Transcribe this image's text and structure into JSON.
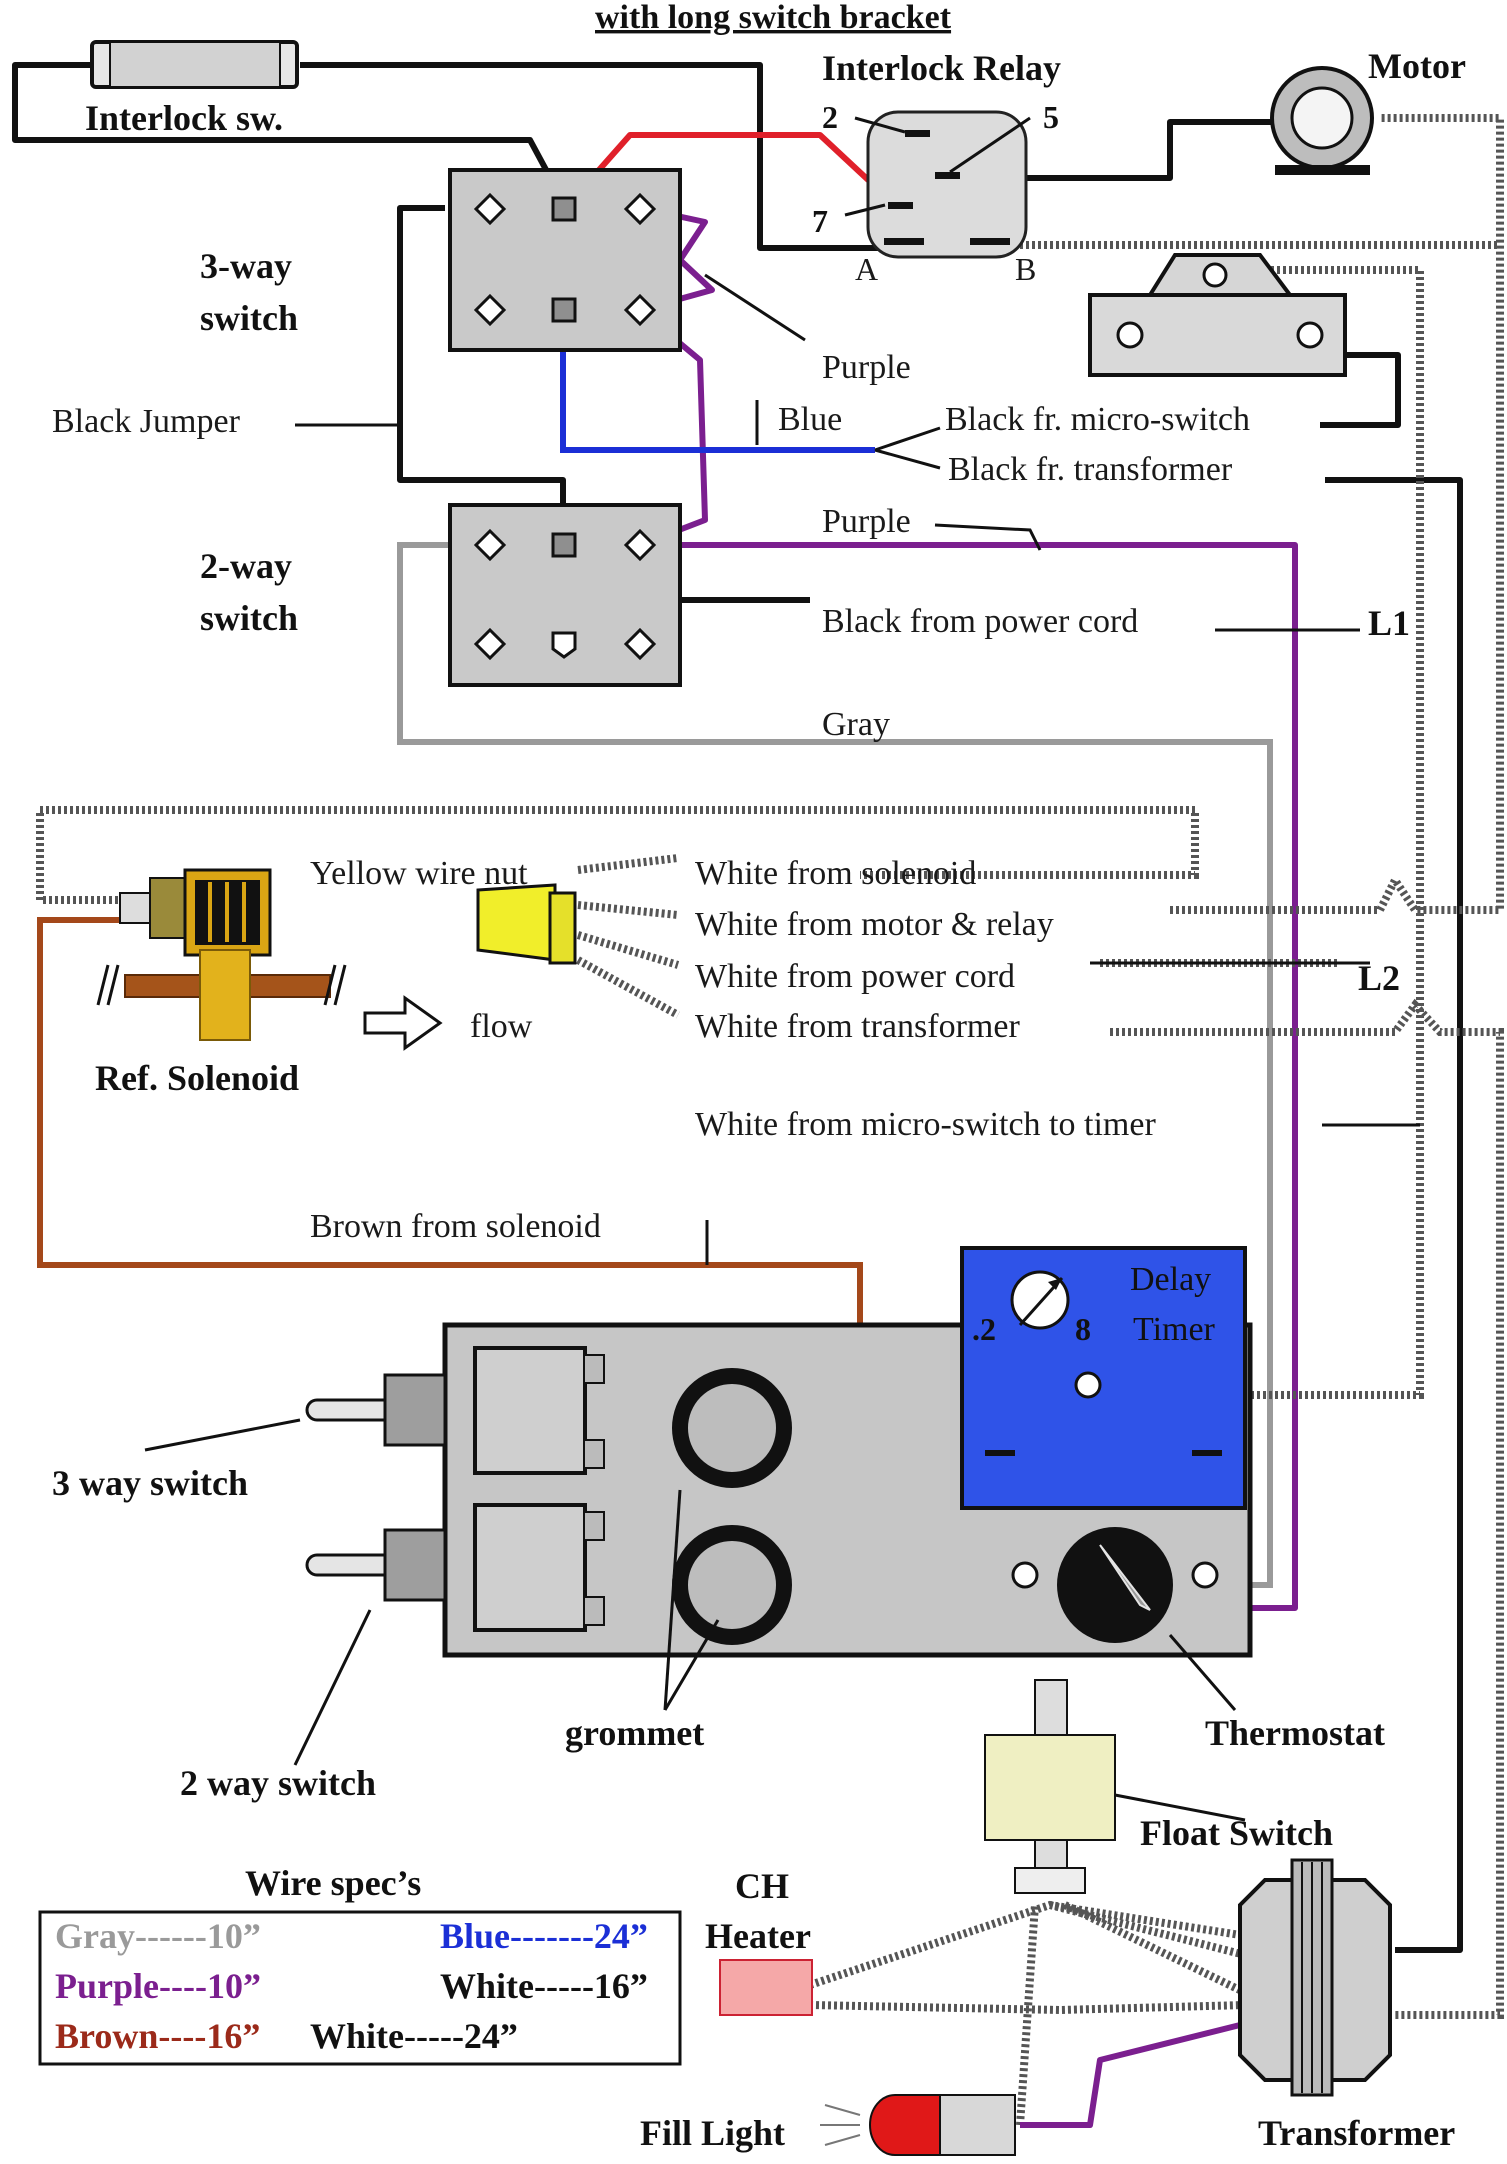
{
  "labels": {
    "header": "with long switch bracket",
    "interlock_sw": "Interlock sw.",
    "interlock_relay": "Interlock Relay",
    "motor": "Motor",
    "relay_pin_2": "2",
    "relay_pin_5": "5",
    "relay_pin_7": "7",
    "relay_pin_a": "A",
    "relay_pin_b": "B",
    "three_way_switch_line1": "3-way",
    "three_way_switch_line2": "switch",
    "two_way_switch_line1": "2-way",
    "two_way_switch_line2": "switch",
    "black_jumper": "Black Jumper",
    "purple_1": "Purple",
    "blue": "Blue",
    "black_micro": "Black fr. micro-switch",
    "black_transformer": "Black fr. transformer",
    "purple_2": "Purple",
    "black_power": "Black from power cord",
    "l1": "L1",
    "gray": "Gray",
    "yellow_wire_nut": "Yellow wire nut",
    "white_solenoid": "White from solenoid",
    "white_motor_relay": "White from motor & relay",
    "white_power_cord": "White from power cord",
    "l2": "L2",
    "white_transformer": "White from transformer",
    "flow": "flow",
    "ref_solenoid": "Ref. Solenoid",
    "white_micro_timer": "White from micro-switch to timer",
    "brown_solenoid": "Brown from solenoid",
    "delay": "Delay",
    "timer": "Timer",
    "dial_min": ".2",
    "dial_max": "8",
    "three_way_switch_callout": "3 way switch",
    "two_way_switch_callout": "2 way switch",
    "grommet": "grommet",
    "thermostat": "Thermostat",
    "float_switch": "Float Switch",
    "ch": "CH",
    "heater": "Heater",
    "fill_light": "Fill Light",
    "transformer": "Transformer"
  },
  "wire_specs": {
    "title": "Wire spec’s",
    "gray": "Gray------10”",
    "purple": "Purple----10”",
    "brown": "Brown----16”",
    "blue": "Blue-------24”",
    "white_16": "White-----16”",
    "white_24": "White-----24”"
  },
  "colors": {
    "red": "#e0202a",
    "purple": "#7b1f8f",
    "blue": "#1b2fd6",
    "gray": "#9a9a9a",
    "brown": "#a4481a",
    "timer_panel": "#2f53e8",
    "wire_spec_brown": "#9b2a1a"
  }
}
